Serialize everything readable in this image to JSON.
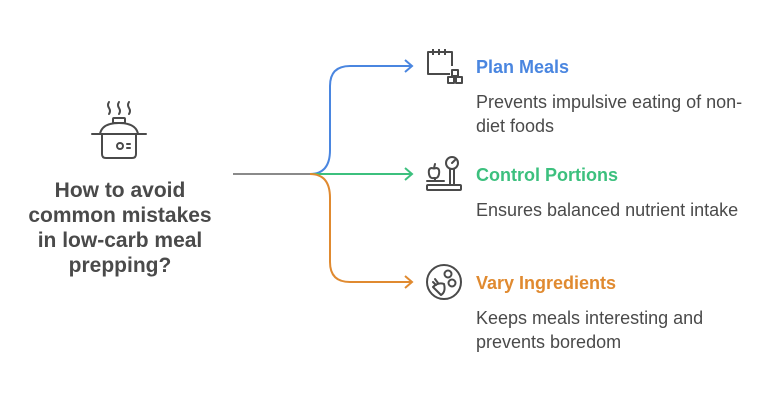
{
  "root": {
    "title": "How to avoid common mistakes in low-carb meal prepping?",
    "icon": "cooking-pot-icon"
  },
  "colors": {
    "trunk": "#8a8a8a",
    "plan": "#4a86e0",
    "control": "#3cc07e",
    "vary": "#e08a30",
    "text": "#4a4a4a",
    "icon": "#4a4a4a"
  },
  "branches": [
    {
      "title": "Plan Meals",
      "description": "Prevents impulsive eating of non-diet foods",
      "icon": "calendar-blocks-icon",
      "color": "#4a86e0"
    },
    {
      "title": "Control Portions",
      "description": "Ensures balanced nutrient intake",
      "icon": "food-scale-icon",
      "color": "#3cc07e"
    },
    {
      "title": "Vary Ingredients",
      "description": "Keeps meals interesting and prevents boredom",
      "icon": "vegetables-circle-icon",
      "color": "#e08a30"
    }
  ]
}
